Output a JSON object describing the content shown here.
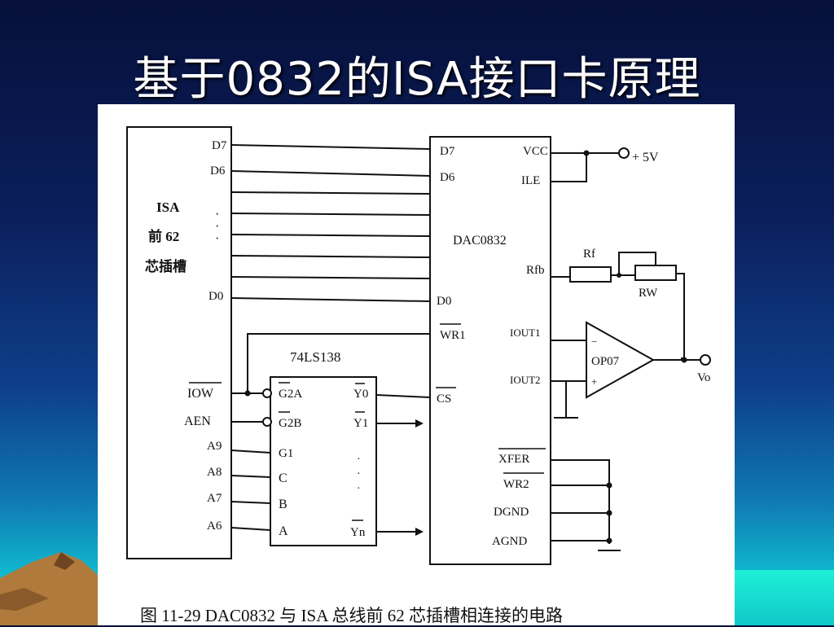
{
  "slide": {
    "title": "基于0832的ISA接口卡原理"
  },
  "figure": {
    "caption": "图 11-29   DAC0832 与 ISA 总线前 62 芯插槽相连接的电路",
    "isa": {
      "label_line1": "ISA",
      "label_line2": "前 62",
      "label_line3": "芯插槽",
      "pins": {
        "d7": "D7",
        "d6": "D6",
        "d0": "D0",
        "iow": "IOW",
        "aen": "AEN",
        "a9": "A9",
        "a8": "A8",
        "a7": "A7",
        "a6": "A6"
      },
      "dots": "·"
    },
    "dac": {
      "name": "DAC0832",
      "pins": {
        "d7": "D7",
        "d6": "D6",
        "d0": "D0",
        "vcc": "VCC",
        "ile": "ILE",
        "rfb": "Rfb",
        "wr1": "WR1",
        "cs": "CS",
        "iout1": "IOUT1",
        "iout2": "IOUT2",
        "xfer": "XFER",
        "wr2": "WR2",
        "dgnd": "DGND",
        "agnd": "AGND"
      }
    },
    "decoder": {
      "name": "74LS138",
      "pins": {
        "g2a": "G2A",
        "g2b": "G2B",
        "g1": "G1",
        "c": "C",
        "b": "B",
        "a": "A",
        "y0": "Y0",
        "y1": "Y1",
        "yn": "Yn"
      }
    },
    "supply": "+ 5V",
    "rf": "Rf",
    "rw": "RW",
    "opamp": {
      "name": "OP07",
      "minus": "−",
      "plus": "+"
    },
    "output": "Vo"
  },
  "colors": {
    "background_top": "#06103a",
    "background_bottom": "#19e3d6",
    "title_text": "#ffffff",
    "figure_background": "#ffffff",
    "line": "#111111"
  }
}
